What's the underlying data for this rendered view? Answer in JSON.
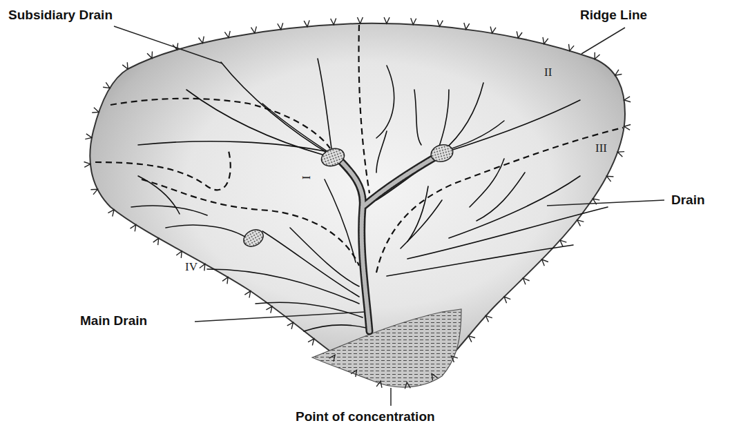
{
  "diagram": {
    "labels": [
      "Subsidiary Drain",
      "Ridge Line",
      "II",
      "I",
      "III",
      "Drain",
      "IV",
      "Main Drain",
      "Point of concentration"
    ]
  }
}
